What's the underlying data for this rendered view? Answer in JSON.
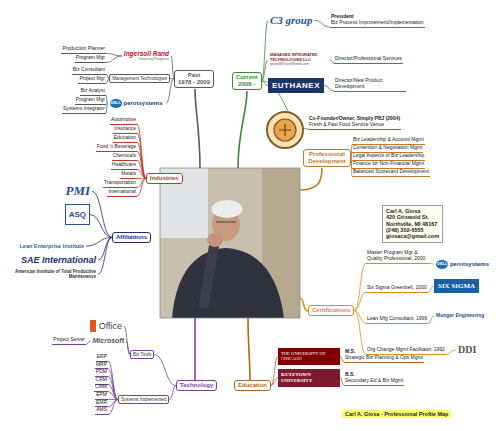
{
  "diagram": {
    "title": "Carl A. Giosa - Professional Profile Map",
    "nodes": [
      {
        "text": [
          "Past",
          "1978 - 2009"
        ]
      },
      {
        "text": [
          "Ingersoll Rand",
          "Inspiring Progress"
        ]
      },
      {
        "text": [
          "Production Planner"
        ]
      },
      {
        "text": [
          "Program Mgr"
        ]
      },
      {
        "text": [
          "Management Technologies"
        ]
      },
      {
        "text": [
          "Biz Consultant"
        ]
      },
      {
        "text": [
          "Project Mgr"
        ]
      },
      {
        "text": [
          "DELL",
          "perotsystems"
        ]
      },
      {
        "text": [
          "Biz Analyst"
        ]
      },
      {
        "text": [
          "Program Mgr"
        ]
      },
      {
        "text": [
          "Systems Integrator"
        ]
      },
      {
        "text": [
          "Current",
          "2008 -"
        ]
      },
      {
        "text": [
          "C3 group"
        ]
      },
      {
        "text": [
          "President",
          "Biz Process Improvement/Implementation"
        ]
      },
      {
        "text": [
          "MANAGED INTEGRATED TECHNOLOGIES LLC",
          "www.MITtechWorld.com"
        ]
      },
      {
        "text": [
          "Director/Professional Services"
        ]
      },
      {
        "text": [
          "EUTHANEX"
        ]
      },
      {
        "text": [
          "Director/New Product Development"
        ]
      },
      {
        "text": [
          "Co-Founder/Owner, Simply PBJ (2004)",
          "Fresh & Fast Food Service Venue"
        ]
      },
      {
        "text": [
          "Industries"
        ]
      },
      {
        "text": [
          "Automotive"
        ]
      },
      {
        "text": [
          "Insurance"
        ]
      },
      {
        "text": [
          "Education"
        ]
      },
      {
        "text": [
          "Food 'n Beverage"
        ]
      },
      {
        "text": [
          "Chemicals"
        ]
      },
      {
        "text": [
          "Healthcare"
        ]
      },
      {
        "text": [
          "Metals"
        ]
      },
      {
        "text": [
          "Transportation"
        ]
      },
      {
        "text": [
          "International"
        ]
      },
      {
        "text": [
          "Affiliations"
        ]
      },
      {
        "text": [
          "PMI"
        ]
      },
      {
        "text": [
          "ASQ"
        ]
      },
      {
        "text": [
          "Lean Enterprise Institute"
        ]
      },
      {
        "text": [
          "SAE International"
        ]
      },
      {
        "text": [
          "American Institute of Total Productive Maintenance"
        ]
      },
      {
        "text": [
          "Technology"
        ]
      },
      {
        "text": [
          "Biz Tools"
        ]
      },
      {
        "text": [
          "Office"
        ]
      },
      {
        "text": [
          "Microsoft"
        ]
      },
      {
        "text": [
          "Project Server"
        ]
      },
      {
        "text": [
          "Systems Implemented"
        ]
      },
      {
        "text": [
          "ERP"
        ]
      },
      {
        "text": [
          "MRP"
        ]
      },
      {
        "text": [
          "PDM"
        ]
      },
      {
        "text": [
          "CRM"
        ]
      },
      {
        "text": [
          "CMM"
        ]
      },
      {
        "text": [
          "EPM"
        ]
      },
      {
        "text": [
          "EMR"
        ]
      },
      {
        "text": [
          "AMS"
        ]
      },
      {
        "text": [
          "Education"
        ]
      },
      {
        "text": [
          "THE UNIVERSITY OF CHICAGO"
        ]
      },
      {
        "text": [
          "M.S.",
          "Strategic Biz Planning & Ops Mgmt"
        ]
      },
      {
        "text": [
          "KUTZTOWN UNIVERSITY"
        ]
      },
      {
        "text": [
          "B.S.",
          "Secondary Ed & Biz Mgmt"
        ]
      },
      {
        "text": [
          "Certifications"
        ]
      },
      {
        "text": [
          "Master Program Mgr & Quality Professional, 2000"
        ]
      },
      {
        "text": [
          "DELL",
          "perotsystems"
        ]
      },
      {
        "text": [
          "Six Sigma Greenbelt, 2000"
        ]
      },
      {
        "text": [
          "SIX SIGMA"
        ]
      },
      {
        "text": [
          "Lean Mfg Consultant, 1999"
        ]
      },
      {
        "text": [
          "Munger Engineering"
        ]
      },
      {
        "text": [
          "Org Change Mgmt Facilitator, 1992"
        ]
      },
      {
        "text": [
          "DDI"
        ]
      },
      {
        "text": [
          "Professional Development"
        ]
      },
      {
        "text": [
          "Biz Leadership & Account Mgmt"
        ]
      },
      {
        "text": [
          "Contention & Negotiation Mgmt"
        ]
      },
      {
        "text": [
          "Legal Aspects of Biz Leadership"
        ]
      },
      {
        "text": [
          "Finance for Non-Financial Mgmt"
        ]
      },
      {
        "text": [
          "Balanced Scorecard Development"
        ]
      },
      {
        "text": [
          "Carl A. Giosa",
          "420 Griswold St.",
          "Northville, MI 48167",
          "(248) 302-6555",
          "giosaca@gmail.com"
        ]
      }
    ],
    "edges": [
      {
        "from": 0,
        "to": 1,
        "arrow": "none"
      },
      {
        "from": 0,
        "to": 4,
        "arrow": "none"
      },
      {
        "from": 0,
        "to": 7,
        "arrow": "none"
      },
      {
        "from": 1,
        "to": 2,
        "arrow": "none"
      },
      {
        "from": 1,
        "to": 3,
        "arrow": "none"
      },
      {
        "from": 4,
        "to": 5,
        "arrow": "none"
      },
      {
        "from": 4,
        "to": 6,
        "arrow": "none"
      },
      {
        "from": 7,
        "to": 8,
        "arrow": "none"
      },
      {
        "from": 7,
        "to": 9,
        "arrow": "none"
      },
      {
        "from": 7,
        "to": 10,
        "arrow": "none"
      },
      {
        "from": 11,
        "to": 12,
        "arrow": "none"
      },
      {
        "from": 11,
        "to": 14,
        "arrow": "none"
      },
      {
        "from": 11,
        "to": 16,
        "arrow": "none"
      },
      {
        "from": 11,
        "to": 18,
        "arrow": "none"
      },
      {
        "from": 12,
        "to": 13,
        "arrow": "none"
      },
      {
        "from": 14,
        "to": 15,
        "arrow": "none"
      },
      {
        "from": 16,
        "to": 17,
        "arrow": "none"
      },
      {
        "from": 19,
        "to": 20,
        "arrow": "none"
      },
      {
        "from": 19,
        "to": 21,
        "arrow": "none"
      },
      {
        "from": 19,
        "to": 22,
        "arrow": "none"
      },
      {
        "from": 19,
        "to": 23,
        "arrow": "none"
      },
      {
        "from": 19,
        "to": 24,
        "arrow": "none"
      },
      {
        "from": 19,
        "to": 25,
        "arrow": "none"
      },
      {
        "from": 19,
        "to": 26,
        "arrow": "none"
      },
      {
        "from": 19,
        "to": 27,
        "arrow": "none"
      },
      {
        "from": 19,
        "to": 28,
        "arrow": "none"
      },
      {
        "from": 29,
        "to": 30,
        "arrow": "none"
      },
      {
        "from": 29,
        "to": 31,
        "arrow": "none"
      },
      {
        "from": 29,
        "to": 32,
        "arrow": "none"
      },
      {
        "from": 29,
        "to": 33,
        "arrow": "none"
      },
      {
        "from": 29,
        "to": 34,
        "arrow": "none"
      },
      {
        "from": 35,
        "to": 36,
        "arrow": "none"
      },
      {
        "from": 35,
        "to": 40,
        "arrow": "none"
      },
      {
        "from": 36,
        "to": 37,
        "arrow": "none"
      },
      {
        "from": 36,
        "to": 38,
        "arrow": "none"
      },
      {
        "from": 38,
        "to": 39,
        "arrow": "none"
      },
      {
        "from": 40,
        "to": 41,
        "arrow": "none"
      },
      {
        "from": 40,
        "to": 42,
        "arrow": "none"
      },
      {
        "from": 40,
        "to": 43,
        "arrow": "none"
      },
      {
        "from": 40,
        "to": 44,
        "arrow": "none"
      },
      {
        "from": 40,
        "to": 45,
        "arrow": "none"
      },
      {
        "from": 40,
        "to": 46,
        "arrow": "none"
      },
      {
        "from": 40,
        "to": 47,
        "arrow": "none"
      },
      {
        "from": 40,
        "to": 48,
        "arrow": "none"
      },
      {
        "from": 49,
        "to": 50,
        "arrow": "none"
      },
      {
        "from": 49,
        "to": 52,
        "arrow": "none"
      },
      {
        "from": 50,
        "to": 51,
        "arrow": "none"
      },
      {
        "from": 52,
        "to": 53,
        "arrow": "none"
      },
      {
        "from": 54,
        "to": 55,
        "arrow": "none"
      },
      {
        "from": 54,
        "to": 57,
        "arrow": "none"
      },
      {
        "from": 54,
        "to": 59,
        "arrow": "none"
      },
      {
        "from": 54,
        "to": 61,
        "arrow": "none"
      },
      {
        "from": 55,
        "to": 56,
        "arrow": "none"
      },
      {
        "from": 57,
        "to": 58,
        "arrow": "none"
      },
      {
        "from": 59,
        "to": 60,
        "arrow": "none"
      },
      {
        "from": 61,
        "to": 62,
        "arrow": "none"
      },
      {
        "from": 63,
        "to": 64,
        "arrow": "none"
      },
      {
        "from": 63,
        "to": 65,
        "arrow": "none"
      },
      {
        "from": 63,
        "to": 66,
        "arrow": "none"
      },
      {
        "from": 63,
        "to": 67,
        "arrow": "none"
      },
      {
        "from": 63,
        "to": 68,
        "arrow": "none"
      }
    ]
  }
}
